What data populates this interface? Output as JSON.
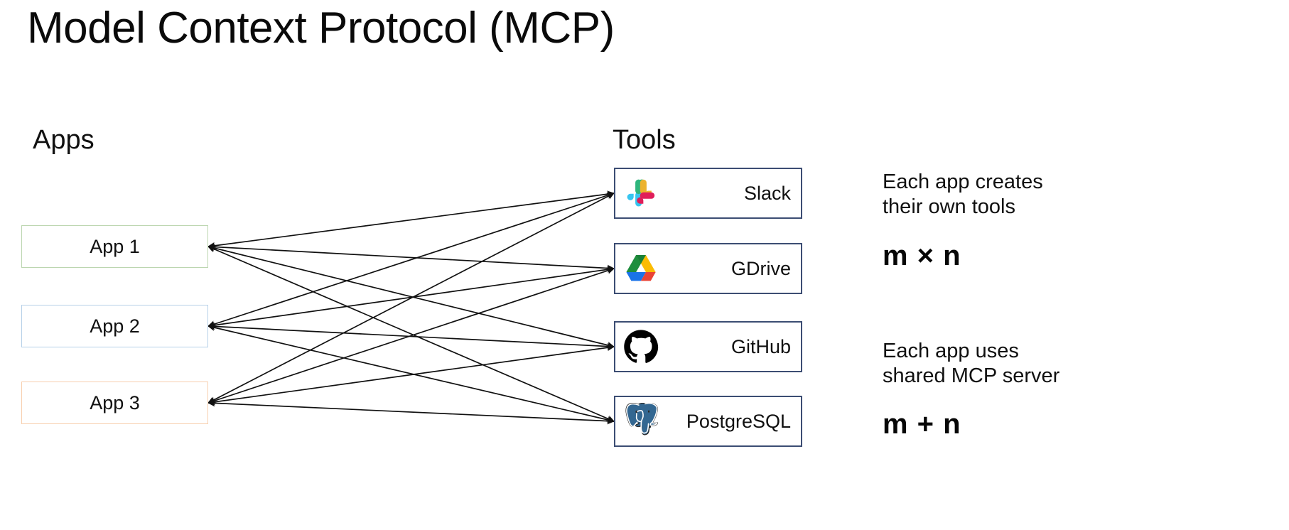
{
  "title": "Model Context Protocol (MCP)",
  "columns": {
    "apps_header": "Apps",
    "tools_header": "Tools"
  },
  "apps": [
    {
      "label": "App 1",
      "border_color": "#bcd6b0"
    },
    {
      "label": "App 2",
      "border_color": "#b6d0e8"
    },
    {
      "label": "App 3",
      "border_color": "#f8cfae"
    }
  ],
  "tools": [
    {
      "label": "Slack",
      "icon": "slack-logo-icon",
      "brand_colors": [
        "#36c5f0",
        "#2eb67d",
        "#ecb22e",
        "#e01e5a"
      ]
    },
    {
      "label": "GDrive",
      "icon": "google-drive-logo-icon",
      "brand_colors": [
        "#1e8e3e",
        "#fbbc04",
        "#1a73e8",
        "#ea4335"
      ]
    },
    {
      "label": "GitHub",
      "icon": "github-logo-icon",
      "brand_colors": [
        "#000000"
      ]
    },
    {
      "label": "PostgreSQL",
      "icon": "postgresql-logo-icon",
      "brand_colors": [
        "#336791"
      ]
    }
  ],
  "connections": {
    "description": "full bipartite mesh, double-headed arrows",
    "count": 12,
    "arrow_color": "#111111",
    "pairs": [
      [
        0,
        0
      ],
      [
        0,
        1
      ],
      [
        0,
        2
      ],
      [
        0,
        3
      ],
      [
        1,
        0
      ],
      [
        1,
        1
      ],
      [
        1,
        2
      ],
      [
        1,
        3
      ],
      [
        2,
        0
      ],
      [
        2,
        1
      ],
      [
        2,
        2
      ],
      [
        2,
        3
      ]
    ]
  },
  "notes": [
    {
      "text": "Each app creates\ntheir own tools",
      "formula": "m × n"
    },
    {
      "text": "Each app uses\nshared MCP server",
      "formula": "m + n"
    }
  ],
  "tool_box_border_color": "#3c4d73"
}
